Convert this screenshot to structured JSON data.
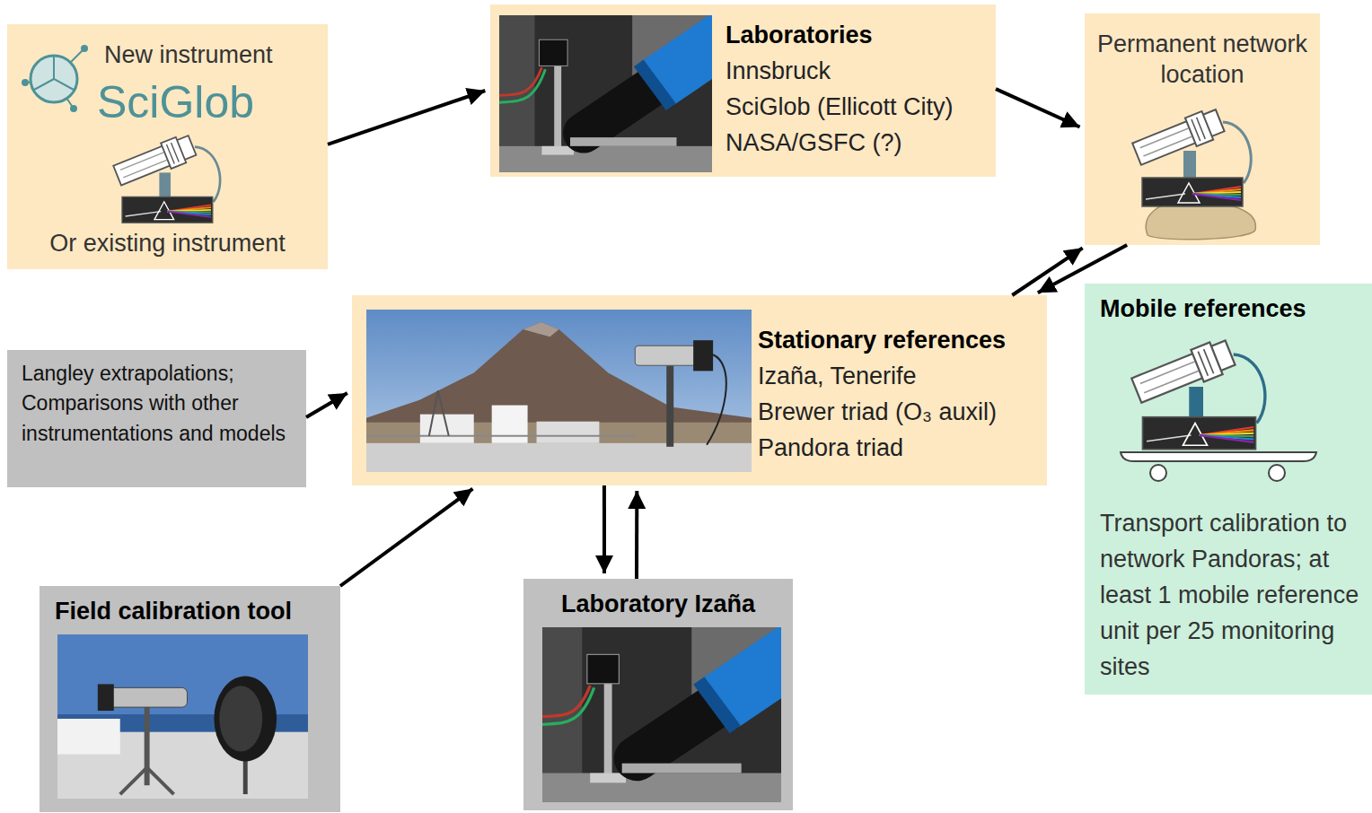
{
  "diagram": {
    "nodes": [
      {
        "text": [
          "New instrument",
          "SciGlob",
          "Or existing instrument"
        ]
      },
      {
        "text": [
          "Laboratories",
          "Innsbruck",
          "SciGlob (Ellicott City)",
          "NASA/GSFC (?)"
        ]
      },
      {
        "text": [
          "Permanent network location"
        ]
      },
      {
        "text": [
          "Langley extrapolations; Comparisons with other instrumentations and models"
        ]
      },
      {
        "text": [
          "Stationary references",
          "Izaña, Tenerife",
          "Brewer triad (O₃ auxil)",
          "Pandora triad"
        ]
      },
      {
        "text": [
          "Mobile references",
          "Transport calibration to network Pandoras; at least 1 mobile reference unit per 25 monitoring sites"
        ]
      },
      {
        "text": [
          "Field calibration tool"
        ]
      },
      {
        "text": [
          "Laboratory Izaña"
        ]
      }
    ],
    "edges": [
      {
        "from": 0,
        "to": 1,
        "arrow": "to"
      },
      {
        "from": 1,
        "to": 2,
        "arrow": "to"
      },
      {
        "from": 4,
        "to": 2,
        "arrow": "to"
      },
      {
        "from": 2,
        "to": 4,
        "arrow": "to"
      },
      {
        "from": 3,
        "to": 4,
        "arrow": "to"
      },
      {
        "from": 6,
        "to": 4,
        "arrow": "to"
      },
      {
        "from": 4,
        "to": 7,
        "arrow": "to"
      },
      {
        "from": 7,
        "to": 4,
        "arrow": "to"
      }
    ]
  }
}
